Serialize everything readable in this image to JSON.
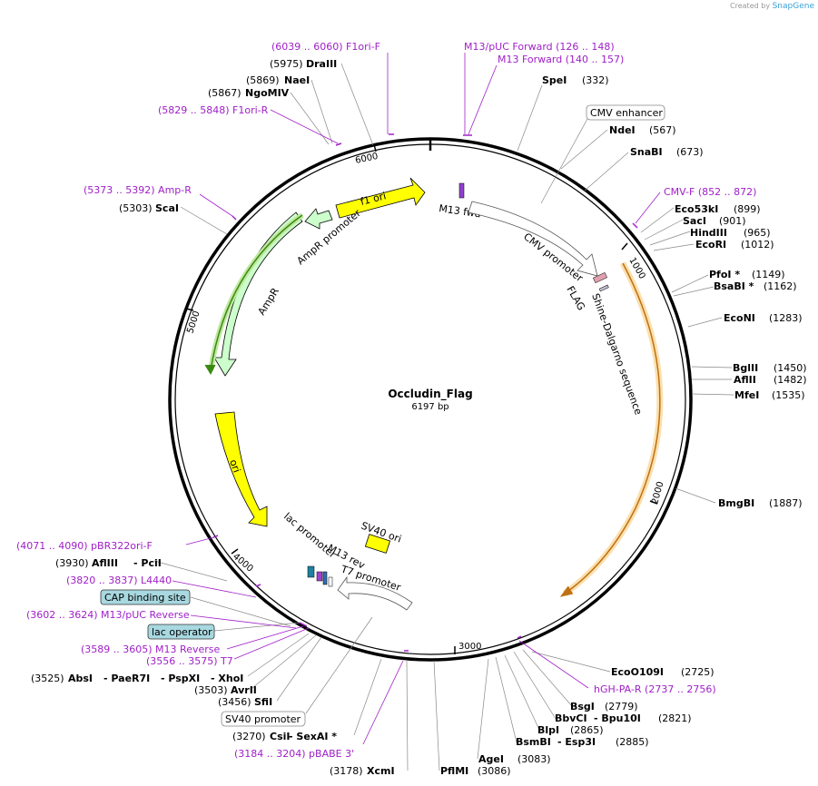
{
  "credit": {
    "prefix": "Created by",
    "brand": "SnapGene"
  },
  "plasmid": {
    "name": "Occludin_Flag",
    "size": "6197 bp"
  },
  "ticks": [
    "1000",
    "2000",
    "3000",
    "4000",
    "5000",
    "6000"
  ],
  "features": {
    "f1ori": "f1 ori",
    "ampr_promoter": "AmpR promoter",
    "ampr": "AmpR",
    "ori": "ori",
    "m13fwd": "M13 fwd",
    "cmv_promoter": "CMV promoter",
    "flag": "FLAG",
    "shine": "Shine-Dalgarno sequence",
    "lac_promoter": "lac promoter",
    "m13rev": "M13 rev",
    "t7_promoter": "T7 promoter",
    "sv40ori": "SV40 ori"
  },
  "boxed": {
    "cmv_enhancer": "CMV enhancer",
    "cap_site": "CAP binding site",
    "lac_operator": "lac operator",
    "sv40_promoter": "SV40 promoter"
  },
  "primers": {
    "f1ori_f": "(6039 .. 6060)  F1ori-F",
    "f1ori_r": "(5829 .. 5848)  F1ori-R",
    "m13puc_fwd": "M13/pUC Forward     (126 .. 148)",
    "m13_fwd": "M13 Forward     (140 .. 157)",
    "cmv_f": "CMV-F     (852 .. 872)",
    "amp_r": "(5373 .. 5392)  Amp-R",
    "pbr322": "(4071 .. 4090)  pBR322ori-F",
    "l4440": "(3820 .. 3837)  L4440",
    "m13puc_rev": "(3602 .. 3624)  M13/pUC Reverse",
    "m13_rev": "(3589 .. 3605)  M13 Reverse",
    "t7": "(3556 .. 3575)  T7",
    "pbabe": "(3184 .. 3204)  pBABE 3'",
    "hgh": "hGH-PA-R     (2737 .. 2756)"
  },
  "enzymes": {
    "drai": {
      "pos": "(5975)",
      "name": "DraIII"
    },
    "naei": {
      "pos": "(5869)",
      "name": "NaeI"
    },
    "ngomiv": {
      "pos": "(5867)",
      "name": "NgoMIV"
    },
    "spei": {
      "name": "SpeI",
      "pos": "(332)"
    },
    "ndei": {
      "name": "NdeI",
      "pos": "(567)"
    },
    "snabi": {
      "name": "SnaBI",
      "pos": "(673)"
    },
    "scai": {
      "pos": "(5303)",
      "name": "ScaI"
    },
    "eco53ki": {
      "name": "Eco53kI",
      "pos": "(899)"
    },
    "saci": {
      "name": "SacI",
      "pos": "(901)"
    },
    "hindiii": {
      "name": "HindIII",
      "pos": "(965)"
    },
    "ecori": {
      "name": "EcoRI",
      "pos": "(1012)"
    },
    "pfoi": {
      "name": "PfoI *",
      "pos": "(1149)"
    },
    "bsabi": {
      "name": "BsaBI *",
      "pos": "(1162)"
    },
    "econi": {
      "name": "EcoNI",
      "pos": "(1283)"
    },
    "bglii": {
      "name": "BglII",
      "pos": "(1450)"
    },
    "aflii": {
      "name": "AflII",
      "pos": "(1482)"
    },
    "mfei": {
      "name": "MfeI",
      "pos": "(1535)"
    },
    "bmgbi": {
      "name": "BmgBI",
      "pos": "(1887)"
    },
    "afliii": {
      "pos": "(3930)",
      "name": "AflIII",
      "name2": "- PciI"
    },
    "absi": {
      "pos": "(3525)",
      "name": "AbsI",
      "name2": "- PaeR7I",
      "name3": "- PspXI",
      "name4": "- XhoI"
    },
    "avrii": {
      "pos": "(3503)",
      "name": "AvrII"
    },
    "sfii": {
      "pos": "(3456)",
      "name": "SfiI"
    },
    "csii": {
      "pos": "(3270)",
      "name": "CsiI",
      "name2": "- SexAI *"
    },
    "xcmi": {
      "pos": "(3178)",
      "name": "XcmI"
    },
    "pflmi": {
      "name": "PflMI",
      "pos": "(3086)"
    },
    "agei": {
      "name": "AgeI",
      "pos": "(3083)"
    },
    "bsmbi": {
      "name": "BsmBI",
      "name2": "- Esp3I",
      "pos": "(2885)"
    },
    "blpi": {
      "name": "BlpI",
      "pos": "(2865)"
    },
    "bbvci": {
      "name": "BbvCI",
      "name2": "- Bpu10I",
      "pos": "(2821)"
    },
    "bsgi": {
      "name": "BsgI",
      "pos": "(2779)"
    },
    "ecoo109i": {
      "name": "EcoO109I",
      "pos": "(2725)"
    }
  },
  "colors": {
    "primer": "#a020c8",
    "ori": "#ffff00",
    "ampr": "#ccffcc",
    "orf": "#f0a030",
    "boxed_fill": "#a8d8e0"
  }
}
